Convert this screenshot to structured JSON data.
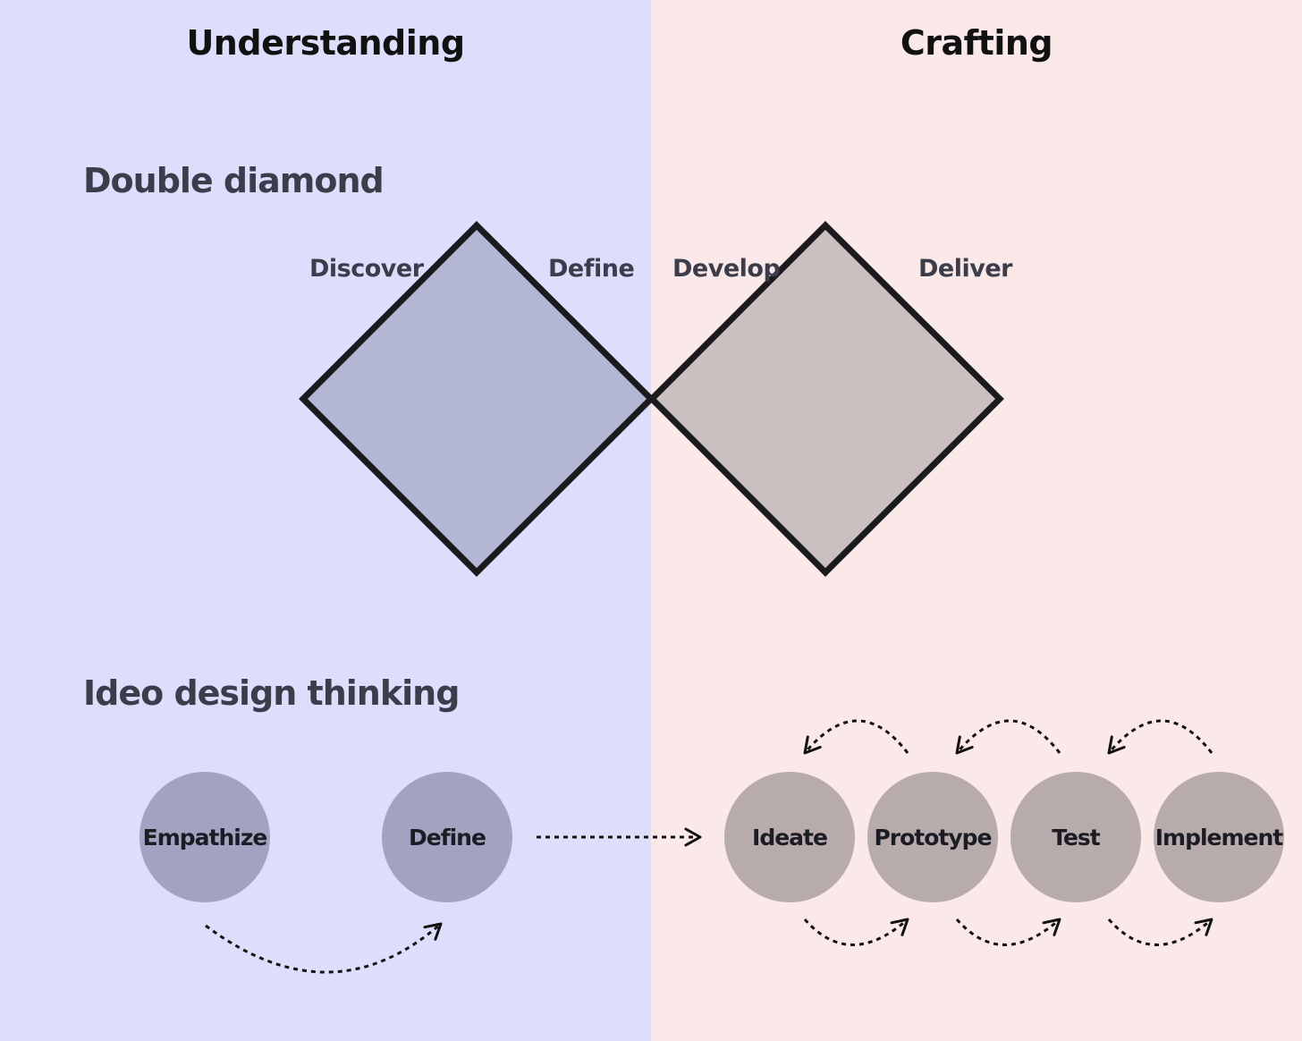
{
  "columns": {
    "left": {
      "title": "Understanding",
      "color": "#dcdefc"
    },
    "right": {
      "title": "Crafting",
      "color": "#fbe9e9"
    }
  },
  "double_diamond": {
    "title": "Double diamond",
    "phases": [
      "Discover",
      "Define",
      "Develop",
      "Deliver"
    ],
    "left_diamond_fill": "#b3b7d4",
    "right_diamond_fill": "#cbc0c0",
    "outline_color": "#1b1b1e"
  },
  "ideo": {
    "title": "Ideo design thinking",
    "understanding_steps": [
      "Empathize",
      "Define"
    ],
    "crafting_steps": [
      "Ideate",
      "Prototype",
      "Test",
      "Implement"
    ],
    "understanding_node_color": "#a1a3c0",
    "crafting_node_color": "#b7abab"
  }
}
